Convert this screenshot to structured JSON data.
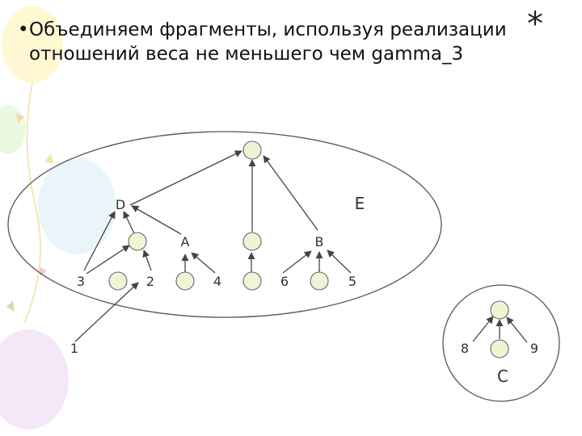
{
  "slide": {
    "bullet": "•",
    "title_line1": "Объединяем фрагменты, используя реализации",
    "title_line2": "отношений веса не меньшего чем gamma_3",
    "star": "*"
  },
  "diagram": {
    "fragment_labels": {
      "E": "E",
      "C": "C"
    },
    "node_labels": {
      "D": "D",
      "A": "A",
      "B": "B",
      "n3": "3",
      "n2": "2",
      "n4": "4",
      "n6": "6",
      "n5": "5",
      "n1": "1",
      "n8": "8",
      "n9": "9"
    },
    "colors": {
      "node_fill": "#eef5d5",
      "edge": "#444444"
    }
  }
}
